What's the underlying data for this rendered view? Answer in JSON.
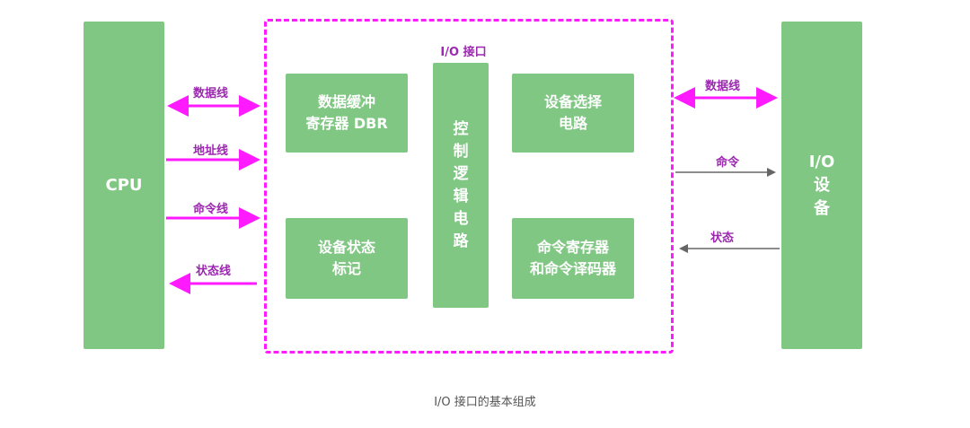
{
  "diagram": {
    "caption": "I/O 接口的基本组成",
    "cpu": "CPU",
    "io_device": "I/O\n设\n备",
    "interface_title": "I/O 接口",
    "blocks": {
      "dbr": "数据缓冲\n寄存器 DBR",
      "status_flag": "设备状态\n标记",
      "control_logic": "控\n制\n逻\n辑\n电\n路",
      "device_select": "设备选择\n电路",
      "command_register": "命令寄存器\n和命令译码器"
    },
    "left_lines": {
      "data": "数据线",
      "address": "地址线",
      "command": "命令线",
      "status": "状态线"
    },
    "right_lines": {
      "data": "数据线",
      "command": "命令",
      "status": "状态"
    },
    "colors": {
      "block": "#81c784",
      "magenta": "#ff1aff",
      "label": "#9c27b0",
      "gray_arrow": "#666666"
    }
  }
}
